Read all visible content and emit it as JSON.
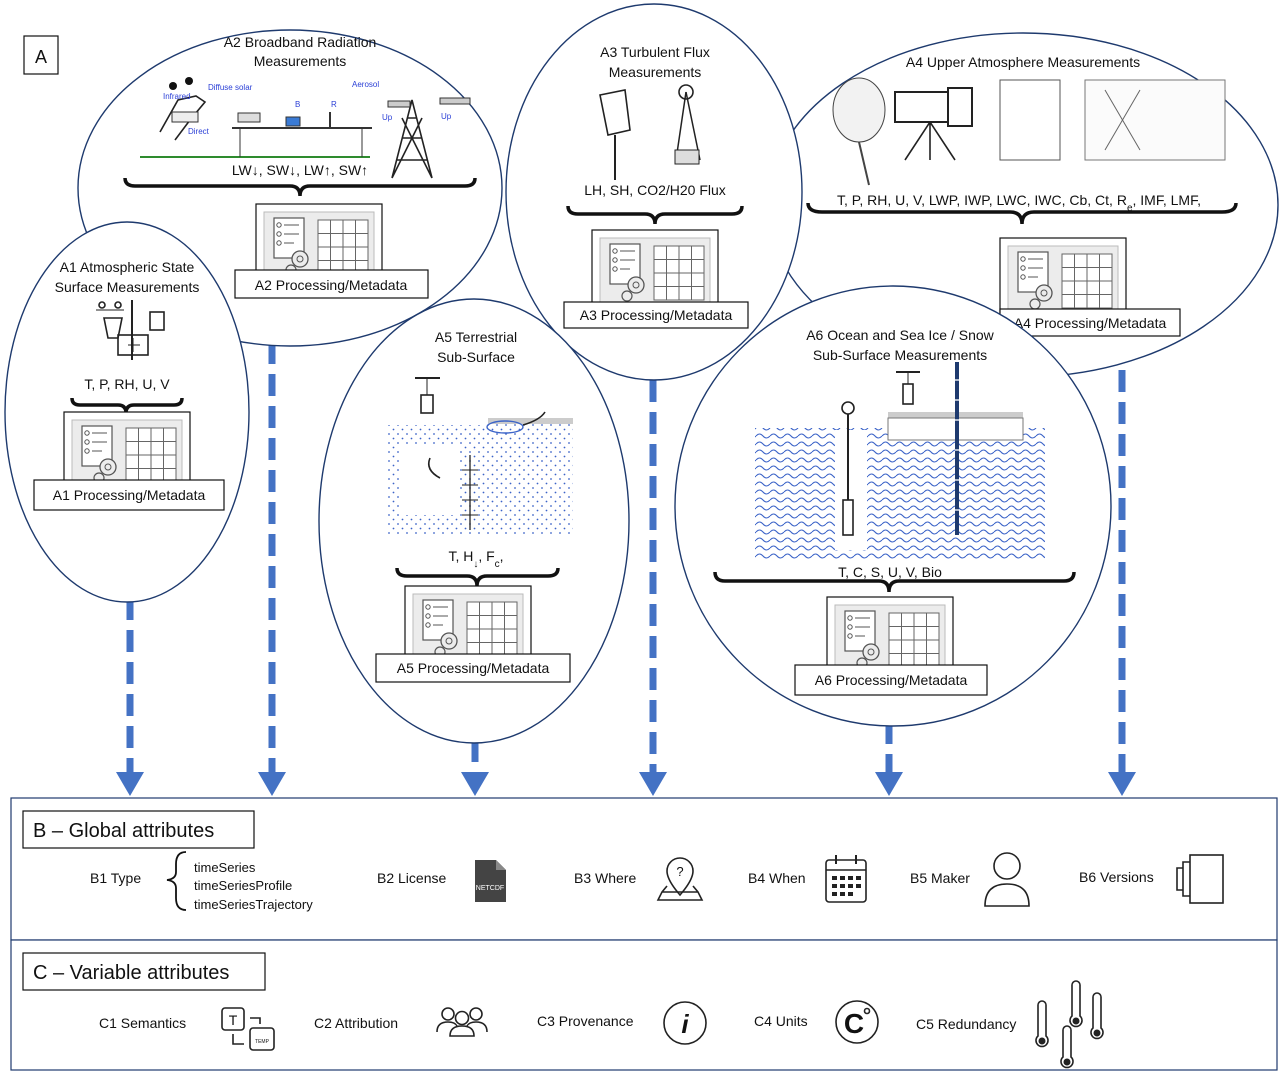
{
  "panel_label": "A",
  "nodes": {
    "a1": {
      "title1": "A1  Atmospheric State",
      "title2": "Surface Measurements",
      "vars": "T, P, RH, U, V",
      "processing": "A1 Processing/Metadata"
    },
    "a2": {
      "title1": "A2  Broadband Radiation",
      "title2": "Measurements",
      "vars": "LW↓, SW↓, LW↑, SW↑",
      "processing": "A2 Processing/Metadata",
      "sketch_labels": [
        "Infrared",
        "Diffuse solar",
        "Direct",
        "B",
        "R",
        "Aerosol",
        "Up",
        "Up"
      ]
    },
    "a3": {
      "title1": "A3  Turbulent Flux",
      "title2": "Measurements",
      "vars": "LH, SH, CO2/H20 Flux",
      "processing": "A3 Processing/Metadata"
    },
    "a4": {
      "title1": "A4  Upper Atmosphere Measurements",
      "vars_main": "T, P, RH, U, V, LWP, IWP, LWC, IWC, Cb, Ct, R",
      "vars_sub": "e",
      "vars_tail": ", IMF, LMF,",
      "processing": "A4 Processing/Metadata"
    },
    "a5": {
      "title1": "A5  Terrestrial",
      "title2": "Sub-Surface",
      "vars_a": "T, H",
      "vars_sub1": "↓",
      "vars_b": ", F",
      "vars_sub2": "c",
      "vars_c": ",",
      "processing": "A5 Processing/Metadata"
    },
    "a6": {
      "title1": "A6  Ocean and Sea Ice / Snow",
      "title2": "Sub-Surface Measurements",
      "vars": "T, C, S, U, V, Bio",
      "processing": "A6 Processing/Metadata"
    }
  },
  "section_b": {
    "title": "B – Global attributes",
    "b1": {
      "label": "B1 Type",
      "types": [
        "timeSeries",
        "timeSeriesProfile",
        "timeSeriesTrajectory"
      ]
    },
    "b2": {
      "label": "B2 License",
      "icon_text": "NETCDF",
      "icon": "netcdf-file-icon"
    },
    "b3": {
      "label": "B3 Where",
      "icon": "map-pin-icon",
      "icon_text": "?"
    },
    "b4": {
      "label": "B4 When",
      "icon": "calendar-icon"
    },
    "b5": {
      "label": "B5 Maker",
      "icon": "person-icon"
    },
    "b6": {
      "label": "B6 Versions",
      "icon": "versions-icon"
    }
  },
  "section_c": {
    "title": "C – Variable attributes",
    "c1": {
      "label": "C1 Semantics",
      "icon": "translate-icon",
      "icon_text": "T",
      "icon_text2": "TEMP"
    },
    "c2": {
      "label": "C2 Attribution",
      "icon": "people-icon"
    },
    "c3": {
      "label": "C3 Provenance",
      "icon": "info-icon",
      "icon_text": "i"
    },
    "c4": {
      "label": "C4 Units",
      "icon": "celsius-icon",
      "icon_text": "C"
    },
    "c5": {
      "label": "C5 Redundancy",
      "icon": "thermometers-icon"
    }
  },
  "colors": {
    "arrow": "#4472c4",
    "ellipse_stroke": "#1e3a6e",
    "sketch_label": "#2a3fd6",
    "water": "#3c64c8"
  }
}
